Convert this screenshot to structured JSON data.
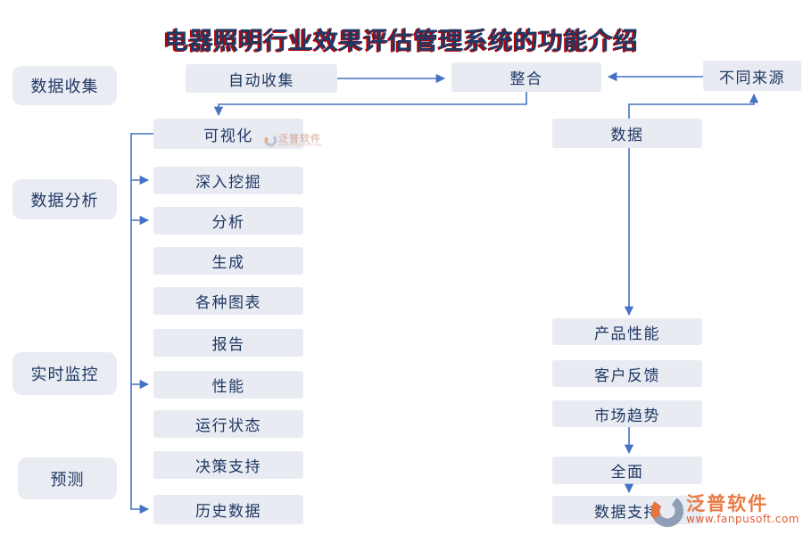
{
  "title": "电器照明行业效果评估管理系统的功能介绍",
  "colors": {
    "title_text": "#1f3864",
    "title_shadow": "#c00000",
    "node_fill": "#e9ebf2",
    "node_text": "#1f3864",
    "arrow": "#4472c4",
    "watermark_orange": "#e87a45",
    "watermark_slate": "#8f9db5"
  },
  "left_labels": [
    "数据收集",
    "数据分析",
    "实时监控",
    "预测"
  ],
  "flow": {
    "auto_collect": "自动收集",
    "integrate": "整合",
    "different_sources": "不同来源",
    "visualization": "可视化",
    "deep_mining": "深入挖掘",
    "analysis": "分析",
    "generate": "生成",
    "various_charts": "各种图表",
    "report": "报告",
    "performance": "性能",
    "running_status": "运行状态",
    "decision_support": "决策支持",
    "historical_data": "历史数据",
    "data": "数据",
    "product_performance": "产品性能",
    "customer_feedback": "客户反馈",
    "market_trend": "市场趋势",
    "comprehensive": "全面",
    "data_support": "数据支持"
  },
  "watermark": {
    "brand": "泛普软件",
    "url": "www.fanpusoft.com"
  }
}
